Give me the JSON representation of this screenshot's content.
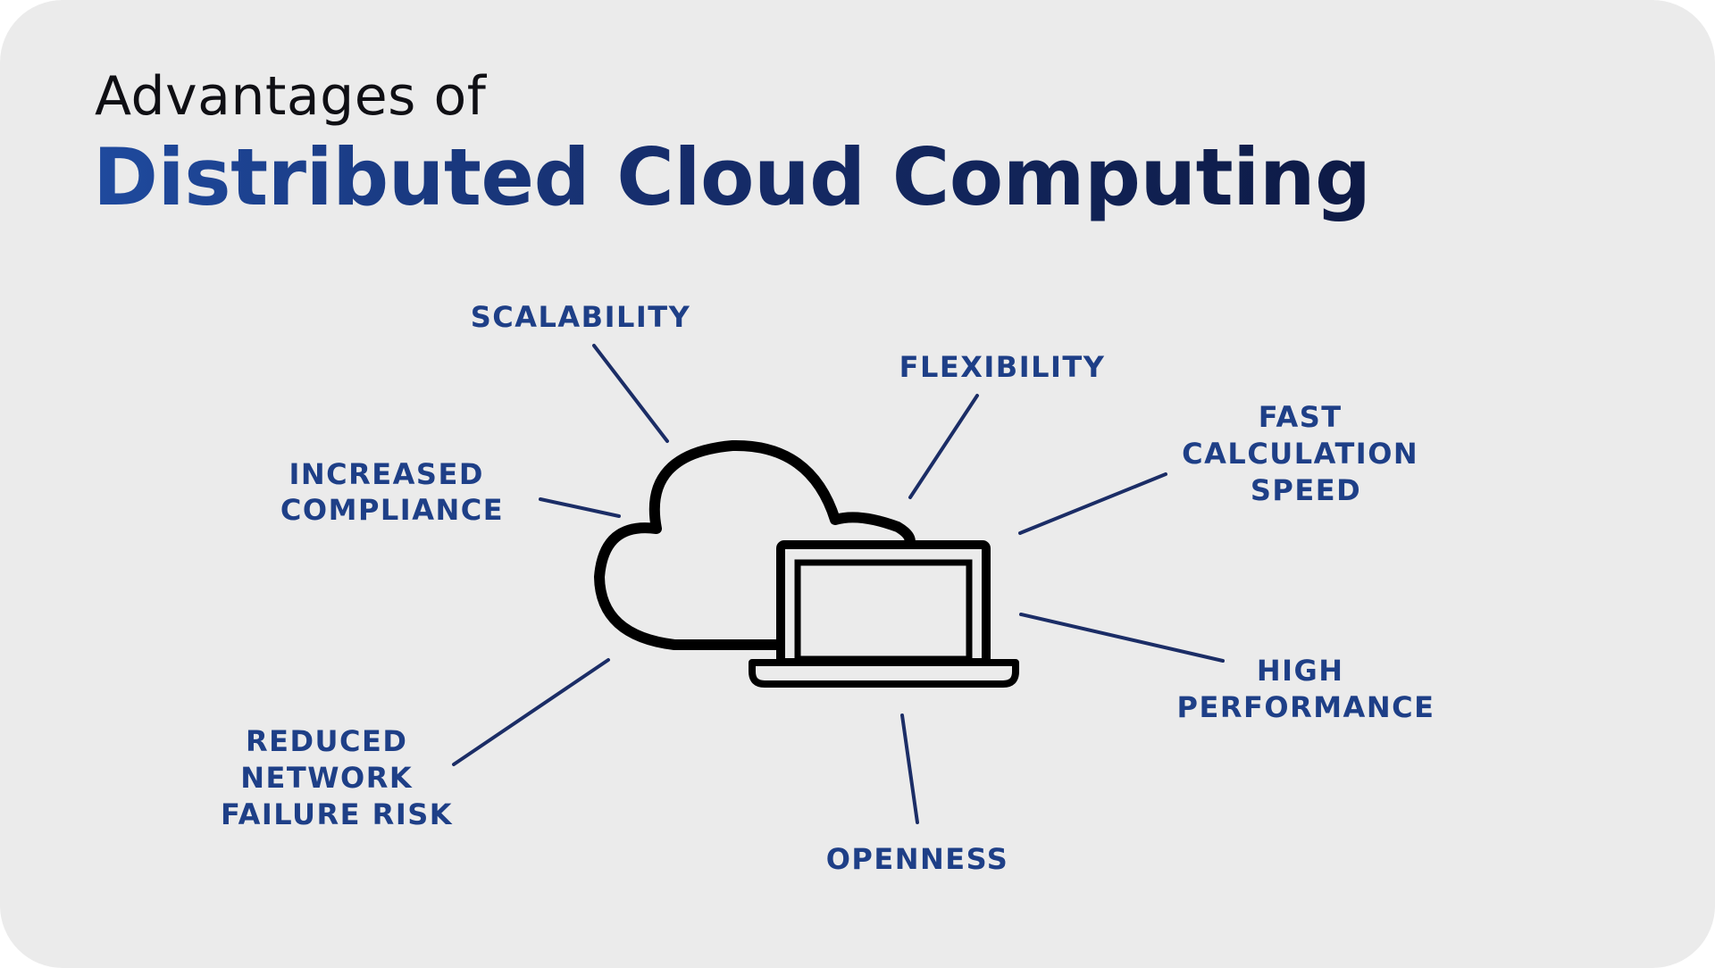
{
  "title": {
    "line1": "Advantages of",
    "line2": "Distributed Cloud Computing"
  },
  "benefits": [
    {
      "lines": [
        "SCALABILITY"
      ]
    },
    {
      "lines": [
        "FLEXIBILITY"
      ]
    },
    {
      "lines": [
        "INCREASED",
        "COMPLIANCE"
      ]
    },
    {
      "lines": [
        "FAST",
        "CALCULATION",
        "SPEED"
      ]
    },
    {
      "lines": [
        "HIGH",
        "PERFORMANCE"
      ]
    },
    {
      "lines": [
        "REDUCED",
        "NETWORK",
        "FAILURE RISK"
      ]
    },
    {
      "lines": [
        "OPENNESS"
      ]
    }
  ],
  "icons": {
    "cloud": "cloud-icon",
    "laptop": "laptop-icon"
  },
  "colors": {
    "background": "#ebebeb",
    "title_dark": "#0f0f14",
    "accent_blue": "#1e3f87",
    "connector": "#1b2d66",
    "icon_stroke": "#000000"
  }
}
